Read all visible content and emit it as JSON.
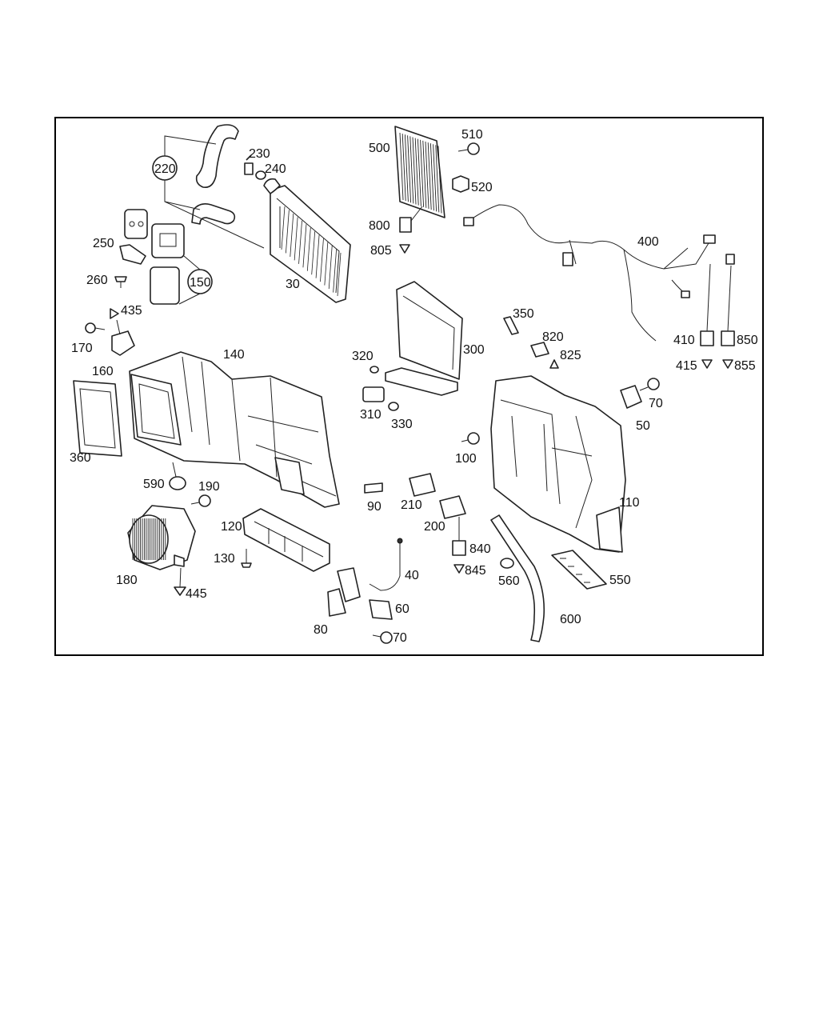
{
  "diagram": {
    "labels": {
      "p30": "30",
      "p40": "40",
      "p50": "50",
      "p60": "60",
      "p70a": "70",
      "p70b": "70",
      "p80": "80",
      "p90": "90",
      "p100": "100",
      "p110": "110",
      "p120": "120",
      "p130": "130",
      "p140": "140",
      "p150": "150",
      "p160": "160",
      "p170": "170",
      "p180": "180",
      "p190": "190",
      "p200": "200",
      "p210": "210",
      "p220": "220",
      "p230": "230",
      "p240": "240",
      "p250": "250",
      "p260": "260",
      "p300": "300",
      "p310": "310",
      "p320": "320",
      "p330": "330",
      "p350": "350",
      "p360": "360",
      "p400": "400",
      "p410": "410",
      "p415": "415",
      "p435": "435",
      "p445": "445",
      "p500": "500",
      "p510": "510",
      "p520": "520",
      "p550": "550",
      "p560": "560",
      "p590": "590",
      "p600": "600",
      "p800": "800",
      "p805": "805",
      "p820": "820",
      "p825": "825",
      "p840": "840",
      "p845": "845",
      "p850": "850",
      "p855": "855"
    }
  }
}
